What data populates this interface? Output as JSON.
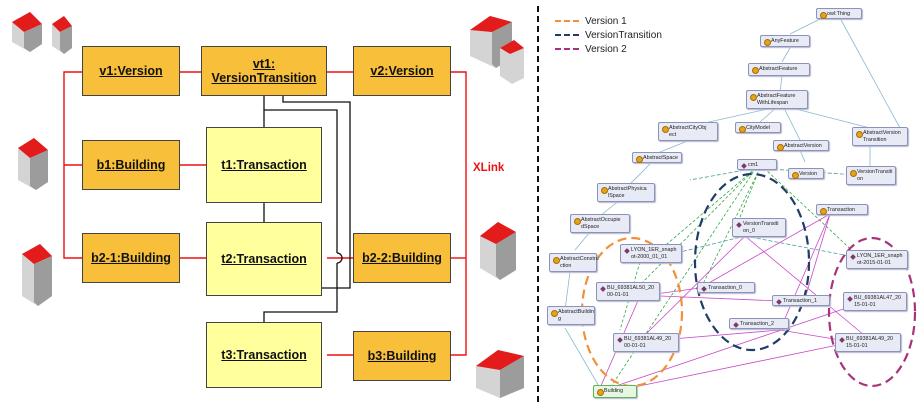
{
  "colors": {
    "version_box": "#f7bf3a",
    "transaction_box": "#ffff9c",
    "link_red": "#e11111",
    "version1": "#f0913a",
    "version_transition": "#1f3d66",
    "version2": "#a8337c"
  },
  "left_diagram": {
    "v1": "v1:Version",
    "vt1": "vt1:\nVersionTransition",
    "v2": "v2:Version",
    "b1": "b1:Building",
    "t1": "t1:Transaction",
    "b2_1": "b2-1:Building",
    "t2": "t2:Transaction",
    "b2_2": "b2-2:Building",
    "t3": "t3:Transaction",
    "b3": "b3:Building",
    "xlink": "XLink"
  },
  "legend": {
    "version1": "Version 1",
    "version_transition": "VersionTransition",
    "version2": "Version 2"
  },
  "ontology": {
    "owl_thing": "owl:Thing",
    "any_feature": "AnyFeature",
    "abstract_feature": "AbstractFeature",
    "abstract_feature_lifespan": "AbstractFeature\nWithLifespan",
    "abstract_city_object": "AbstractCityObj\nect",
    "city_model": "CityModel",
    "abstract_version": "AbstractVersion",
    "abstract_version_transition": "AbstractVersion\nTransition",
    "abstract_space": "AbstractSpace",
    "cm1": "cm1",
    "version": "Version",
    "version_transition": "VersionTransiti\non",
    "abstract_physical_space": "AbstractPhysica\nlSpace",
    "version_transition_0": "VersionTransiti\non_0",
    "transaction": "Transaction",
    "abstract_occupied_space": "AbstractOccupie\ndSpace",
    "lyon_2000": "LYON_1ER_snaph\not-2000_01_01",
    "lyon_2015": "LYON_1ER_snaph\not-2015-01-01",
    "abstract_construction": "AbstractConstru\nction",
    "bu_al50": "BU_69381AL50_20\n00-01-01",
    "transaction_0": "Transaction_0",
    "transaction_1": "Transaction_1",
    "bu_al47": "BU_69381AL47_20\n15-01-01",
    "abstract_building": "AbstractBuildin\ng",
    "bu_al49_2000": "BU_69381AL49_20\n00-01-01",
    "transaction_2": "Transaction_2",
    "bu_al49_2015": "BU_69381AL49_20\n15-01-01",
    "building": "Building"
  }
}
